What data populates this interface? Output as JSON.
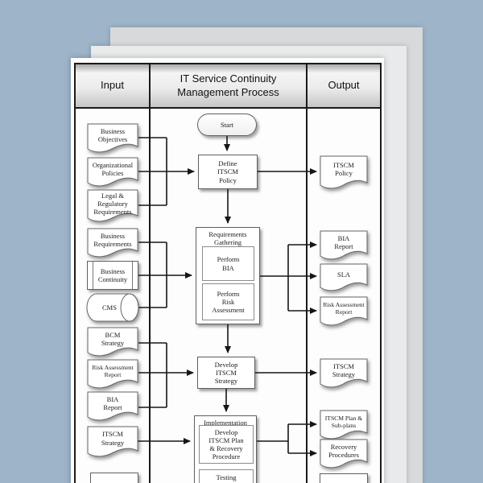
{
  "document_title": "IT Service Continuity Management Process",
  "colors": {
    "background": "#9db4c9",
    "sheet_back": "#d8d9da",
    "sheet_middle": "#e9eaeb",
    "sheet_front": "#fdfdfd",
    "table_border": "#1a1a1a",
    "connector": "#161616",
    "header_gradient_top": "#f4f4f4",
    "header_gradient_bottom": "#c6c6c6"
  },
  "header": {
    "input": "Input",
    "process": "IT Service Continuity\nManagement Process",
    "output": "Output"
  },
  "process": {
    "start": "Start",
    "define_policy": "Define\nITSCM\nPolicy",
    "requirements_gathering": "Requirements\nGathering",
    "perform_bia": "Perform\nBIA",
    "perform_risk_assessment": "Perform\nRisk\nAssessment",
    "develop_strategy": "Develop\nITSCM\nStrategy",
    "implementation": "Implementation",
    "develop_plan": "Develop\nITSCM Plan\n& Recovery\nProcedure",
    "testing": "Testing"
  },
  "inputs": [
    {
      "label": "Business\nObjectives",
      "shape": "document"
    },
    {
      "label": "Organizational\nPolicies",
      "shape": "document"
    },
    {
      "label": "Legal &\nRegulatory\nRequirements",
      "shape": "document"
    },
    {
      "label": "Business\nRequirements",
      "shape": "document"
    },
    {
      "label": "Business\nContinuity",
      "shape": "predefined-process"
    },
    {
      "label": "CMS",
      "shape": "cylinder"
    },
    {
      "label": "BCM\nStrategy",
      "shape": "document"
    },
    {
      "label": "Risk Assessment\nReport",
      "shape": "document"
    },
    {
      "label": "BIA\nReport",
      "shape": "document"
    },
    {
      "label": "ITSCM\nStrategy",
      "shape": "document"
    },
    {
      "label": "",
      "shape": "rectangle-cut-off"
    }
  ],
  "outputs": [
    {
      "label": "ITSCM\nPolicy",
      "shape": "document"
    },
    {
      "label": "BIA\nReport",
      "shape": "document"
    },
    {
      "label": "SLA",
      "shape": "document"
    },
    {
      "label": "Risk Assessment\nReport",
      "shape": "document"
    },
    {
      "label": "ITSCM\nStrategy",
      "shape": "document"
    },
    {
      "label": "ITSCM Plan &\nSub-plans",
      "shape": "document"
    },
    {
      "label": "Recovery\nProcedures",
      "shape": "document"
    },
    {
      "label": "",
      "shape": "rectangle-cut-off"
    }
  ]
}
